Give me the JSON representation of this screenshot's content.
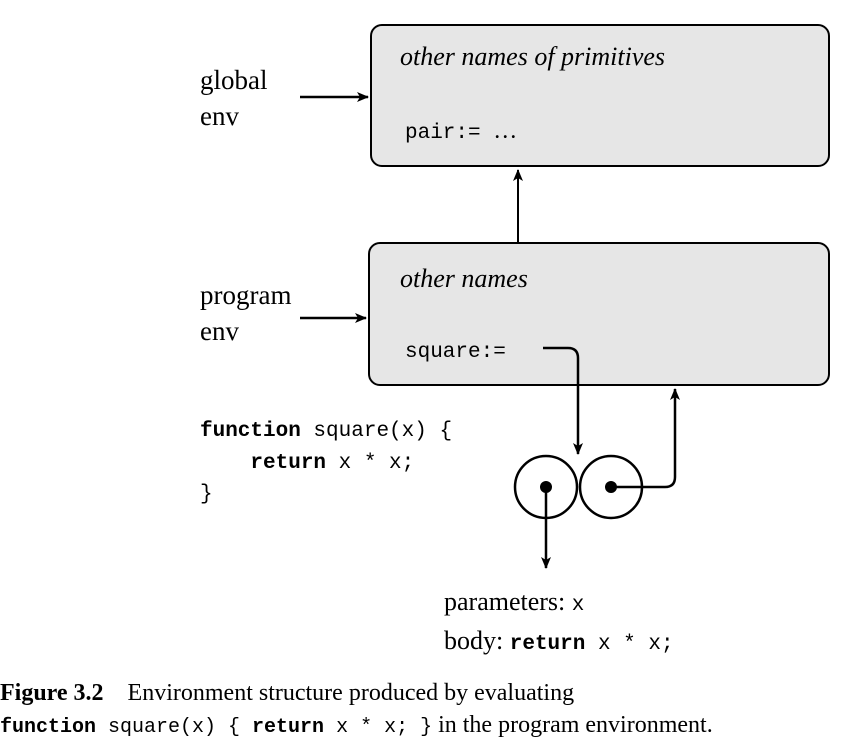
{
  "global_env": {
    "label_line1": "global",
    "label_line2": "env",
    "frame_title": "other names of primitives",
    "binding_name": "pair:=",
    "binding_ellipsis": "…"
  },
  "program_env": {
    "label_line1": "program",
    "label_line2": "env",
    "frame_title": "other names",
    "binding_name": "square:="
  },
  "declaration": {
    "line1_kw": "function",
    "line1_rest": " square(x) {",
    "line2_indent": "    ",
    "line2_kw": "return",
    "line2_rest": " x * x;",
    "line3": "}"
  },
  "function_object": {
    "parameters_label": "parameters:",
    "parameters_value": "x",
    "body_label": "body:",
    "body_kw": "return",
    "body_rest": " x * x;"
  },
  "caption": {
    "figure_label": "Figure 3.2",
    "line1_text": "Environment structure produced by evaluating",
    "code_kw1": "function",
    "code_mid": " square(x) { ",
    "code_kw2": "return",
    "code_end": " x * x; }",
    "line2_text": " in the program environment."
  }
}
